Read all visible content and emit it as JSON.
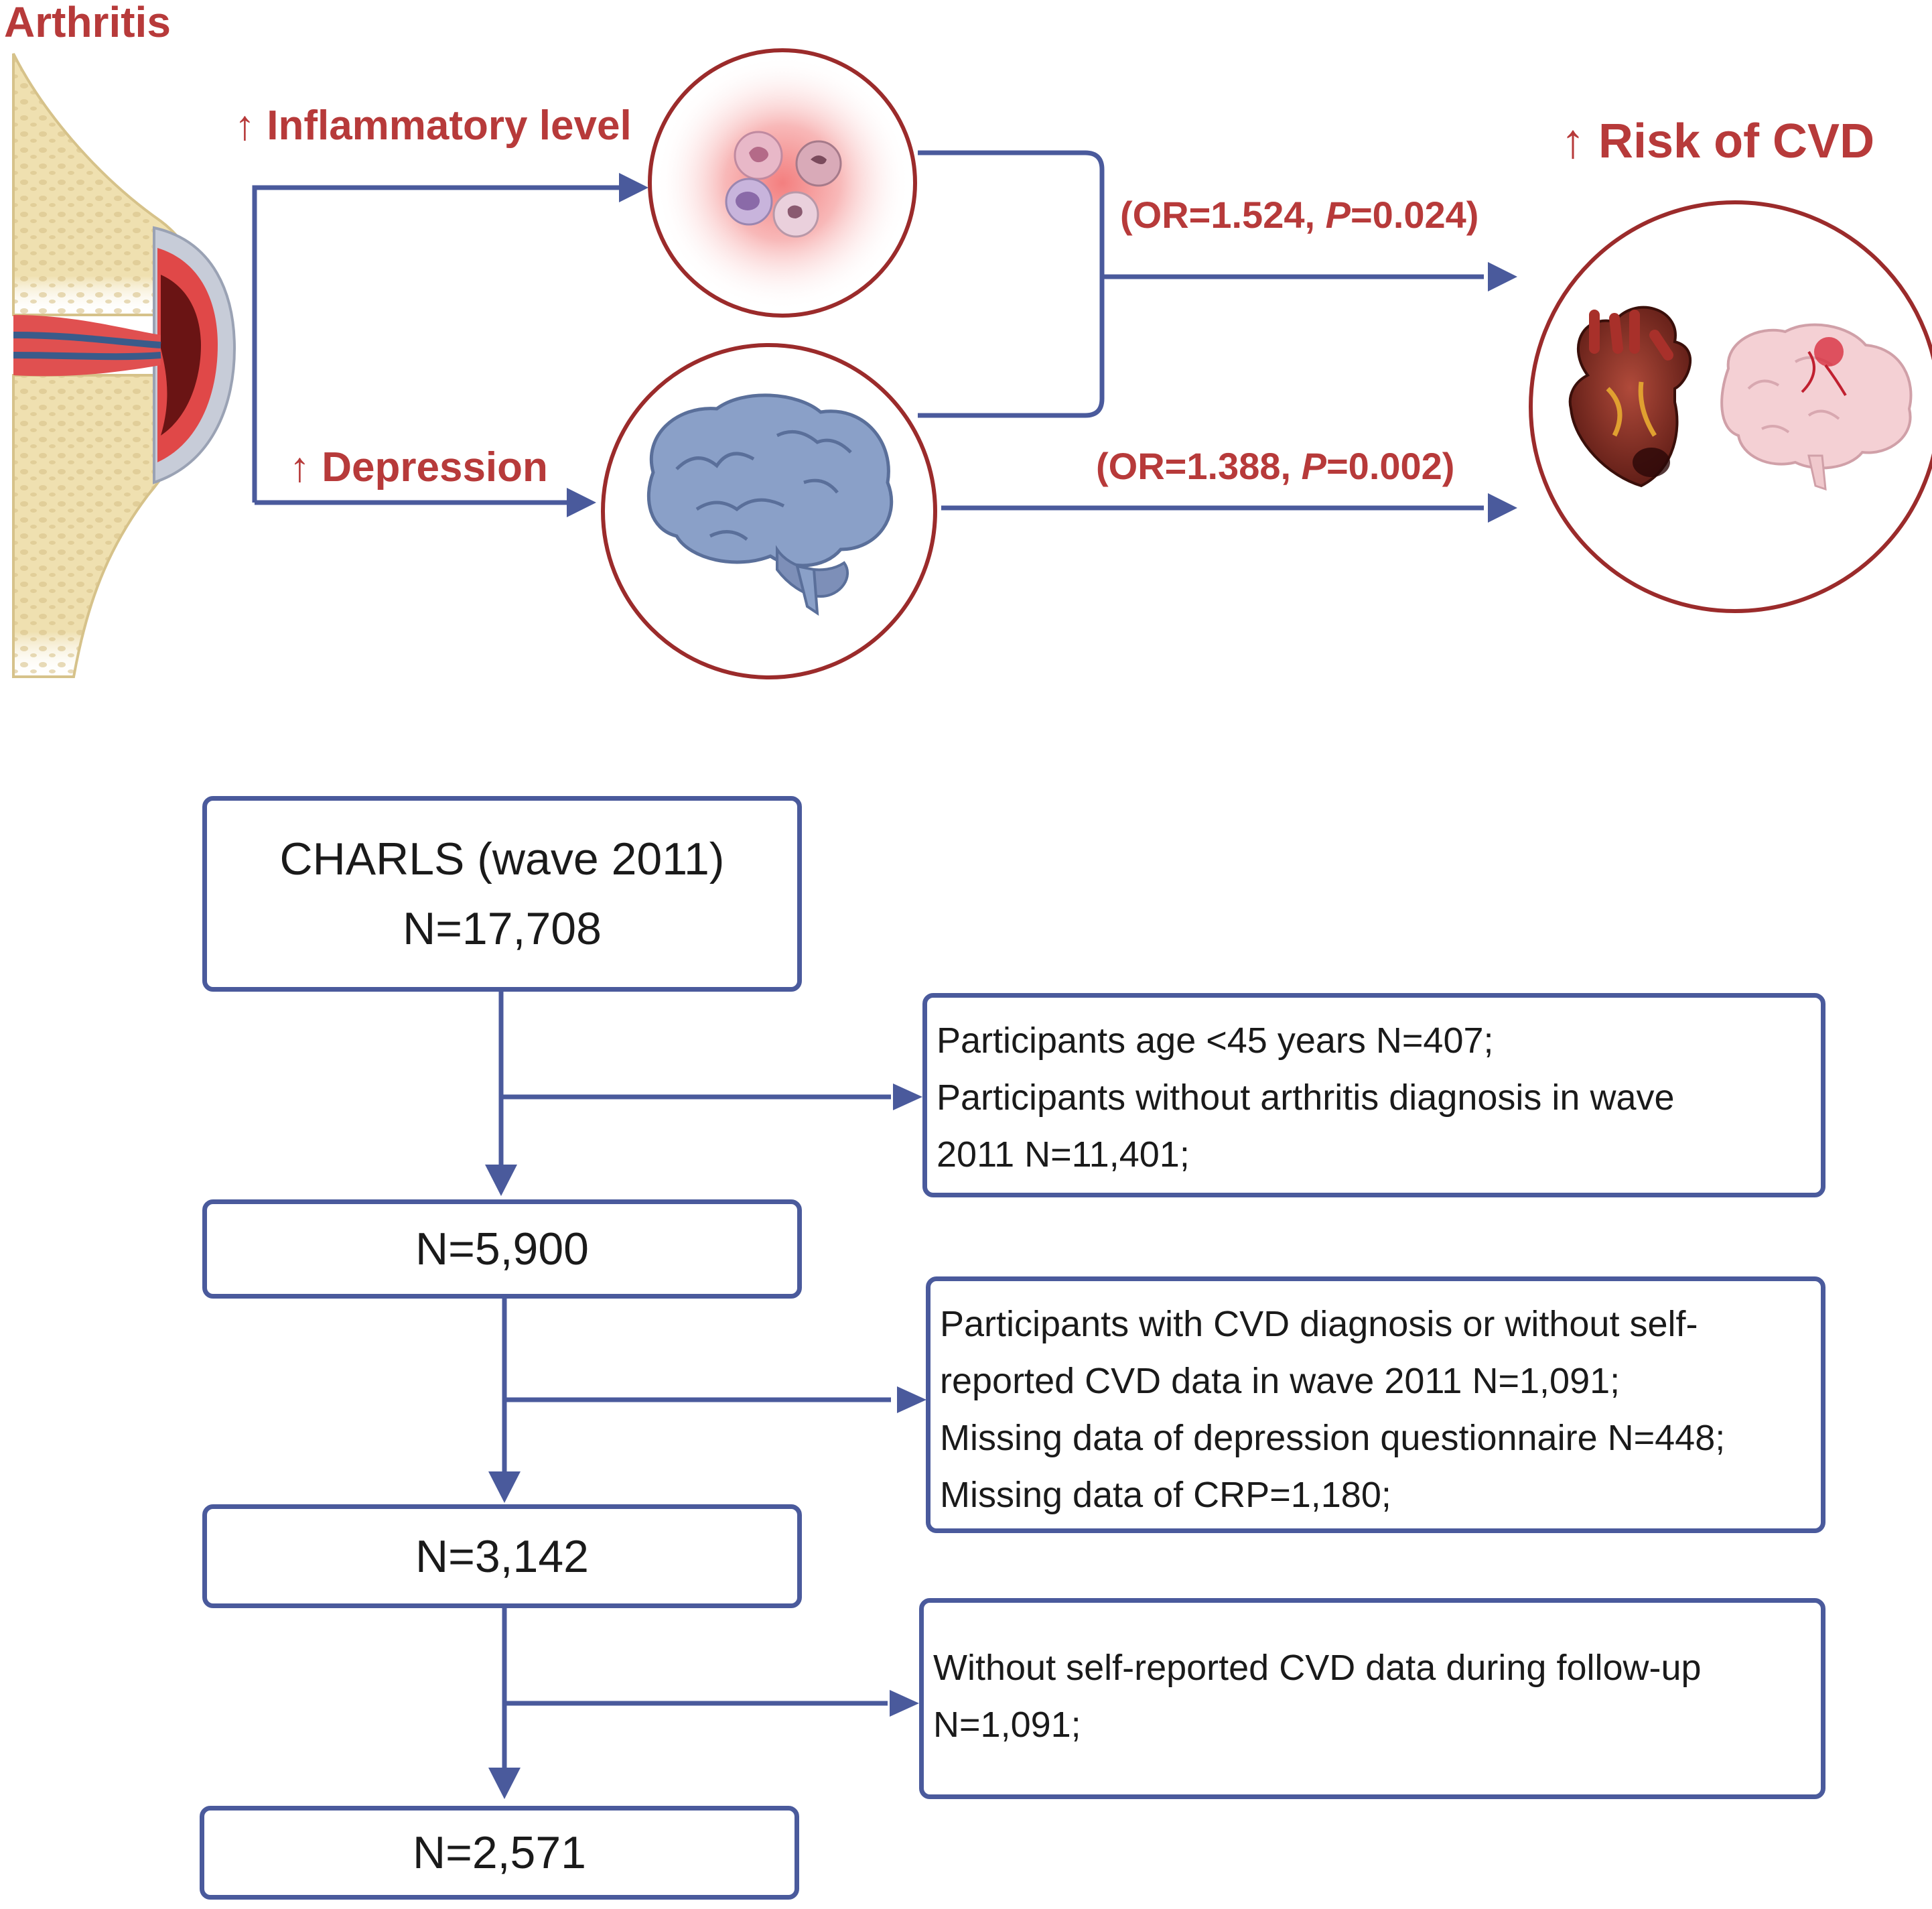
{
  "top": {
    "arthritis_label": "Arthritis",
    "inflammatory_label": "↑ Inflammatory level",
    "depression_label": "↑ Depression",
    "risk_label": "↑ Risk of CVD",
    "stat_inflammation": {
      "prefix": "(OR=1.524, ",
      "p": "P",
      "suffix": "=0.024)"
    },
    "stat_depression": {
      "prefix": "(OR=1.388, ",
      "p": "P",
      "suffix": "=0.002)"
    }
  },
  "flow": {
    "box1": {
      "line1": "CHARLS (wave 2011)",
      "line2": "N=17,708"
    },
    "box2": "N=5,900",
    "box3": "N=3,142",
    "box4": "N=2,571",
    "excl1": [
      "Participants age <45 years N=407;",
      "Participants without arthritis diagnosis in wave",
      "2011 N=11,401;"
    ],
    "excl2": [
      "Participants with CVD diagnosis or without self-",
      "reported CVD data in wave 2011 N=1,091;",
      "Missing data of depression questionnaire N=448;",
      "Missing data of CRP=1,180;"
    ],
    "excl3": [
      "Without self-reported CVD data during follow-up",
      "N=1,091;"
    ]
  },
  "colors": {
    "arrow_blue": "#4a5a9c",
    "label_red": "#b73a3a",
    "circle_border": "#9b2b2b"
  }
}
